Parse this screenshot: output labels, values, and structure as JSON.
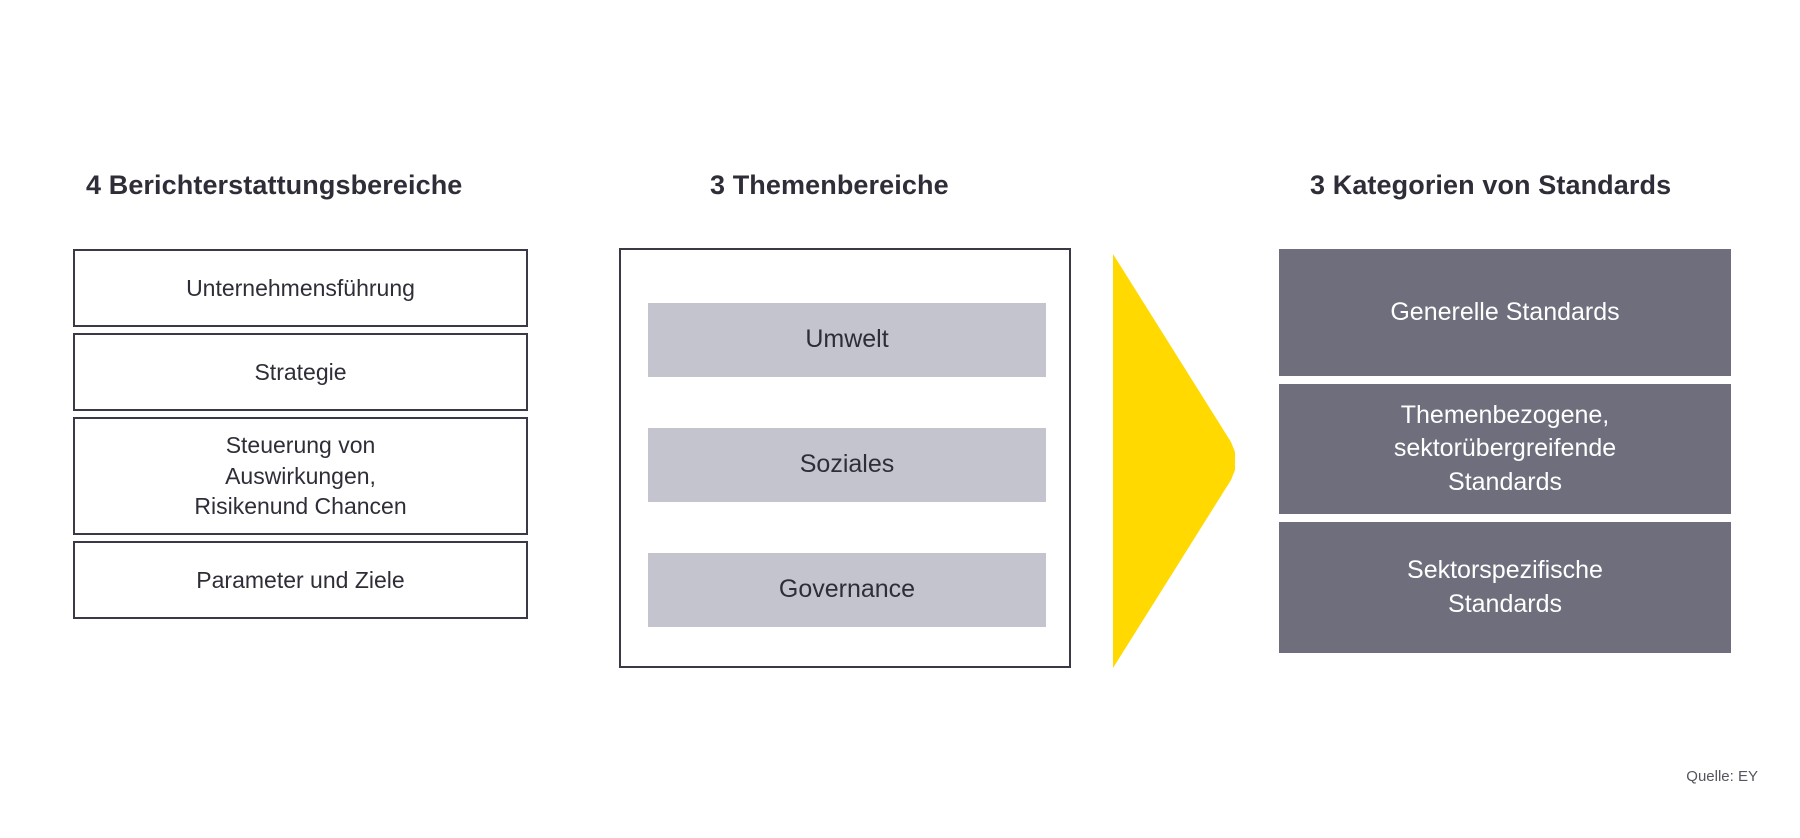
{
  "columns": {
    "left": {
      "header": "4 Berichterstattungsbereiche",
      "items": [
        {
          "label": "Unternehmensführung"
        },
        {
          "label": "Strategie"
        },
        {
          "label": "Steuerung von\nAuswirkungen,\nRisikenund Chancen"
        },
        {
          "label": "Parameter und Ziele"
        }
      ]
    },
    "middle": {
      "header": "3 Themenbereiche",
      "items": [
        {
          "label": "Umwelt"
        },
        {
          "label": "Soziales"
        },
        {
          "label": "Governance"
        }
      ]
    },
    "right": {
      "header": "3 Kategorien von Standards",
      "items": [
        {
          "label": "Generelle Standards"
        },
        {
          "label": "Themenbezogene,\nsektorübergreifende\nStandards"
        },
        {
          "label": "Sektorspezifische\nStandards"
        }
      ]
    }
  },
  "connector": {
    "name": "yellow-arrow",
    "direction": "right"
  },
  "footer": {
    "source": "Quelle: EY"
  },
  "colors": {
    "accent_yellow": "#FFD900",
    "dark_text": "#2e2e38",
    "box_border": "#3a3a47",
    "grey_fill": "#c4c4ce",
    "dark_fill": "#6e6e7d",
    "white": "#ffffff"
  }
}
